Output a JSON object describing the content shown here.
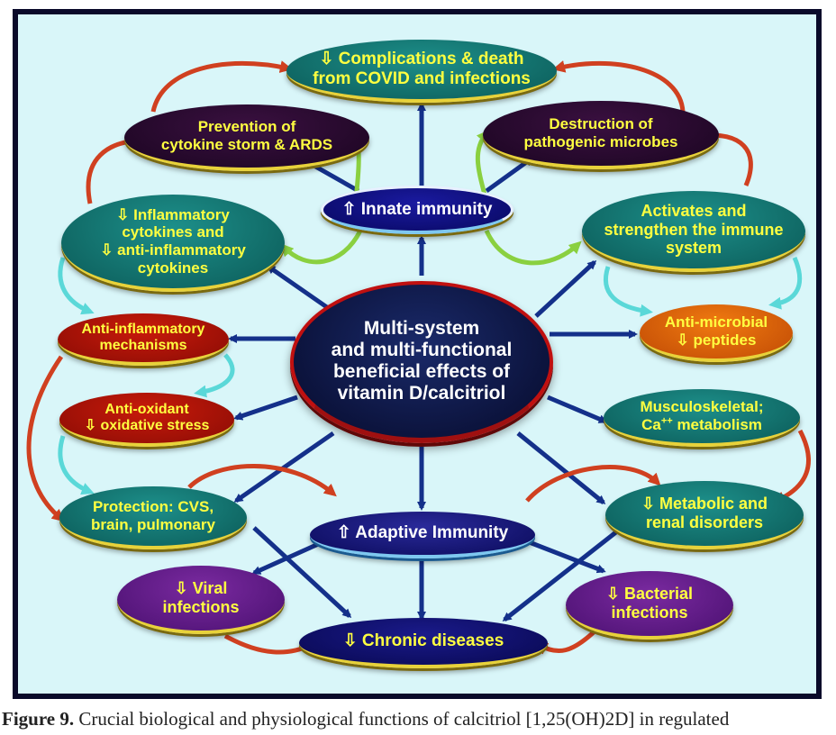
{
  "colors": {
    "background": "#d9f6f9",
    "frame": "#0a0a2a",
    "arrow_blue": "#14308a",
    "curve_red": "#d04020",
    "curve_green": "#8ad040",
    "curve_cyan": "#5ad8d8",
    "text_yellow": "#ffff40"
  },
  "center": {
    "lines": [
      "Multi-system",
      "and multi-functional",
      "beneficial effects of",
      "vitamin D/calcitriol"
    ]
  },
  "innate": {
    "label": "⇧ Innate immunity"
  },
  "adaptive": {
    "label": "⇧ Adaptive Immunity"
  },
  "nodes": {
    "complications": {
      "lines": [
        "⇩ Complications & death",
        "from COVID and infections"
      ]
    },
    "prevention": {
      "lines": [
        "Prevention of",
        "cytokine storm & ARDS"
      ]
    },
    "destruction": {
      "lines": [
        "Destruction of",
        "pathogenic microbes"
      ]
    },
    "inflammatory": {
      "lines": [
        "⇩ Inflammatory",
        "cytokines and",
        "⇩ anti-inflammatory",
        "cytokines"
      ]
    },
    "activates": {
      "lines": [
        "Activates and",
        "strengthen the immune",
        "system"
      ]
    },
    "anti_inflammatory": {
      "lines": [
        "Anti-inflammatory",
        "mechanisms"
      ]
    },
    "anti_microbial": {
      "lines": [
        "Anti-microbial",
        "⇩ peptides"
      ]
    },
    "anti_oxidant": {
      "lines": [
        "Anti-oxidant",
        "⇩ oxidative stress"
      ]
    },
    "musculoskeletal": {
      "line1": "Musculoskeletal;",
      "line2_a": "Ca",
      "line2_sup": "++",
      "line2_b": " metabolism"
    },
    "protection": {
      "lines": [
        "Protection: CVS,",
        "brain, pulmonary"
      ]
    },
    "metabolic": {
      "lines": [
        "⇩ Metabolic and",
        "renal disorders"
      ]
    },
    "viral": {
      "lines": [
        "⇩ Viral",
        "infections"
      ]
    },
    "bacterial": {
      "lines": [
        "⇩ Bacterial",
        "infections"
      ]
    },
    "chronic": {
      "lines": [
        "⇩ Chronic diseases"
      ]
    }
  },
  "caption": {
    "label": "Figure 9.",
    "text": " Crucial biological and physiological functions of calcitriol [1,25(OH)2D] in regulated"
  }
}
